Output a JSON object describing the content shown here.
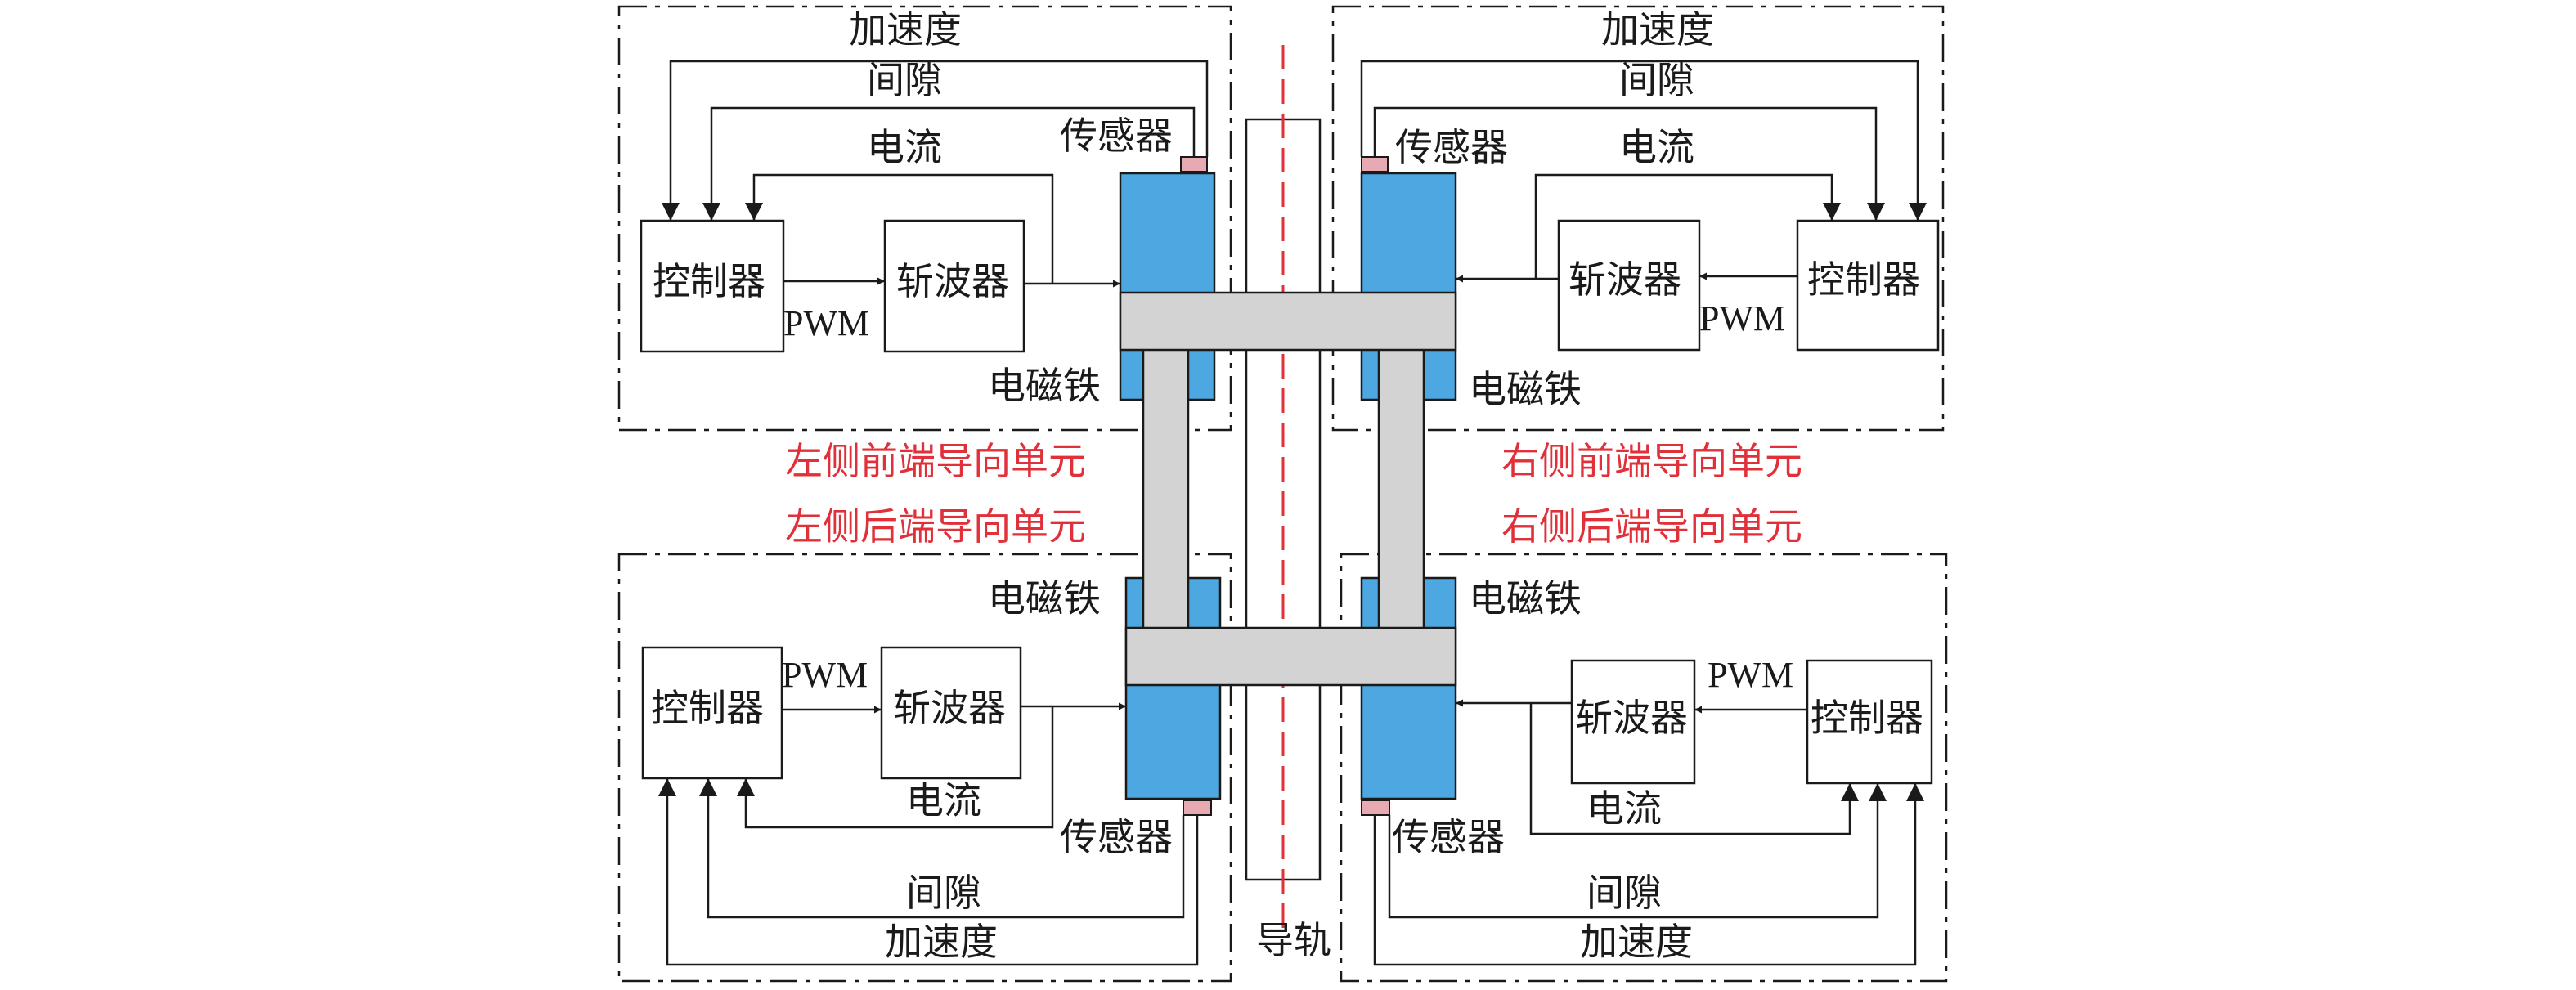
{
  "labels": {
    "acceleration": "加速度",
    "gap": "间隙",
    "current": "电流",
    "sensor": "传感器",
    "controller": "控制器",
    "chopper": "斩波器",
    "pwm": "PWM",
    "electromagnet": "电磁铁",
    "rail": "导轨"
  },
  "units": {
    "left_front": "左侧前端导向单元",
    "left_rear": "左侧后端导向单元",
    "right_front": "右侧前端导向单元",
    "right_rear": "右侧后端导向单元"
  },
  "colors": {
    "electromagnet": "#4da7e0",
    "frame_beam": "#d3d3d3",
    "sensor": "#e8aab2",
    "unit_label": "#e0303a",
    "rail_axis": "#e0303a"
  }
}
